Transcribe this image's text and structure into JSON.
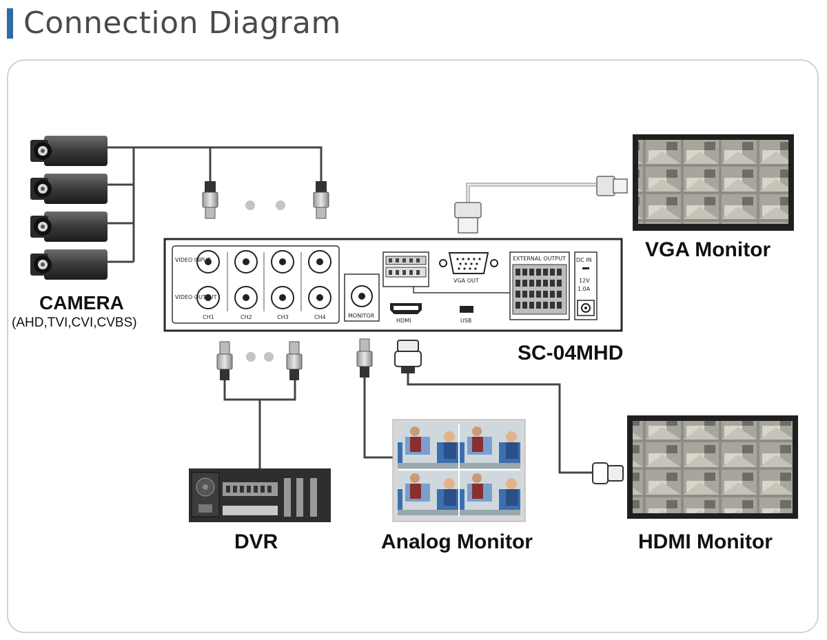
{
  "page": {
    "title": "Connection Diagram",
    "accent_color": "#2f6aa3"
  },
  "labels": {
    "camera": "CAMERA",
    "camera_sub": "(AHD,TVI,CVI,CVBS)",
    "vga_monitor": "VGA Monitor",
    "device": "SC-04MHD",
    "dvr": "DVR",
    "analog_monitor": "Analog Monitor",
    "hdmi_monitor": "HDMI Monitor"
  },
  "device_panel": {
    "video_input": "VIDEO INPUT",
    "video_output": "VIDEO OUTPUT",
    "channels": [
      "CH1",
      "CH2",
      "CH3",
      "CH4"
    ],
    "monitor_out": "MONITOR",
    "hdmi": "HDMI",
    "usb": "USB",
    "vga_out": "VGA OUT",
    "external_output": "EXTERNAL OUTPUT",
    "dc_in": "DC IN",
    "power_spec_1": "12V",
    "power_spec_2": "1.0A"
  },
  "icons": {
    "camera": "box-camera-icon",
    "monitor": "monitor-icon",
    "dvr": "dvr-unit-icon",
    "bnc": "bnc-connector-icon",
    "vga": "vga-connector-icon",
    "hdmi": "hdmi-connector-icon"
  },
  "colors": {
    "device_outline": "#2a2a2a",
    "cable": "#444444",
    "vga_cable": "#c8c8c8"
  }
}
